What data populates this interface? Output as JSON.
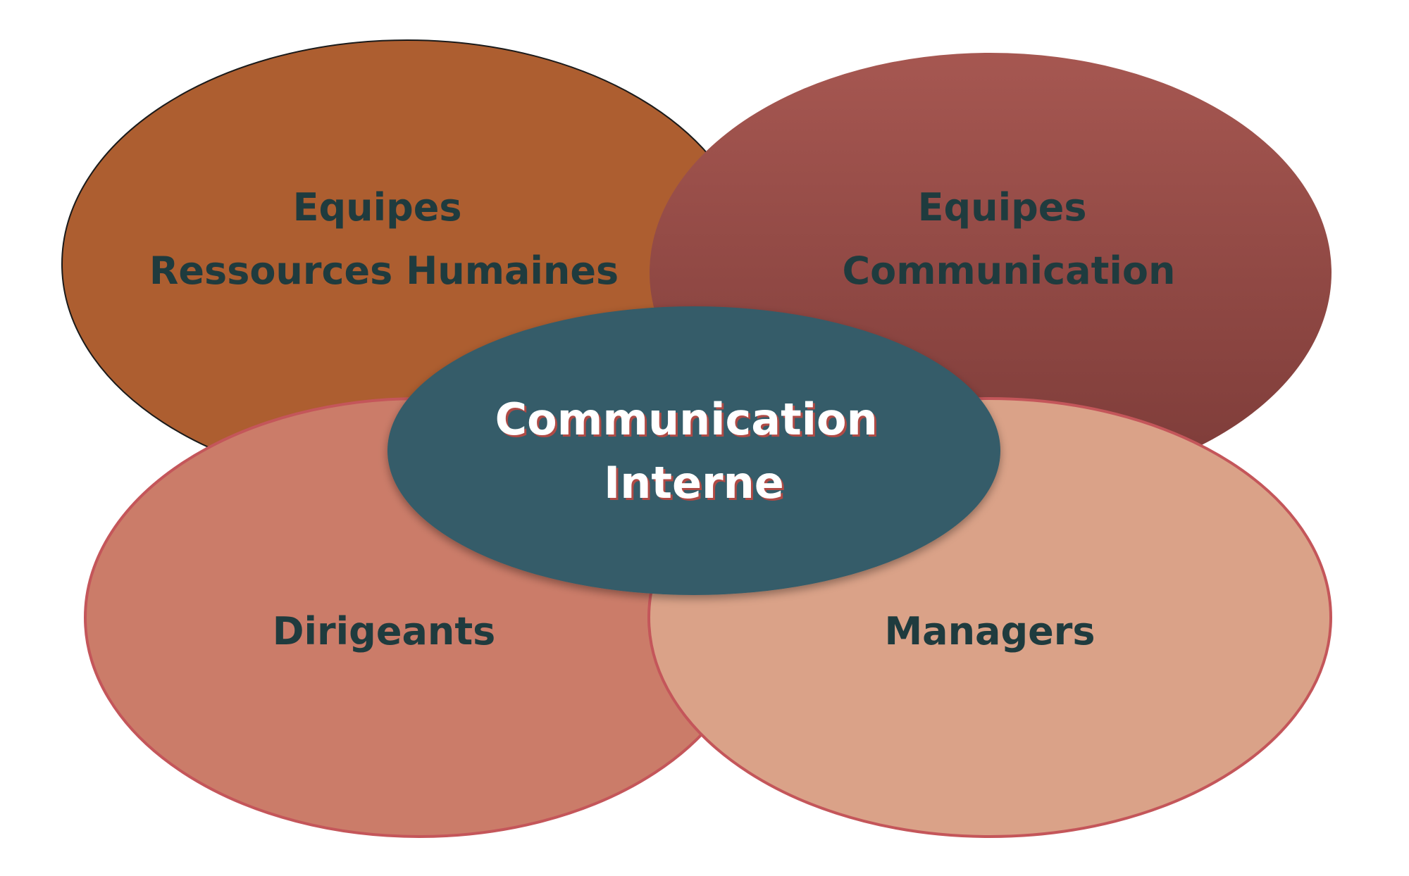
{
  "diagram": {
    "nodes": {
      "hr_team": {
        "lines": [
          "Equipes",
          "Ressources Humaines"
        ],
        "fill": "#ad5e30",
        "stroke": "#1a1a1a",
        "text_color": "#1f3b3e"
      },
      "comm_team": {
        "lines": [
          "Equipes",
          "Communication"
        ],
        "fill_top": "#a65751",
        "fill_bottom": "#7c3b38",
        "text_color": "#1f3b3e"
      },
      "leaders": {
        "lines": [
          "Dirigeants"
        ],
        "fill": "#cb7c69",
        "stroke": "#c4565a",
        "text_color": "#1f3b3e"
      },
      "managers": {
        "lines": [
          "Managers"
        ],
        "fill": "#daa288",
        "stroke": "#c4565a",
        "text_color": "#1f3b3e"
      },
      "center": {
        "lines": [
          "Communication",
          "Interne"
        ],
        "fill": "#345c69",
        "text_color": "#ffffff",
        "shadow_color": "#b04a45"
      }
    }
  }
}
